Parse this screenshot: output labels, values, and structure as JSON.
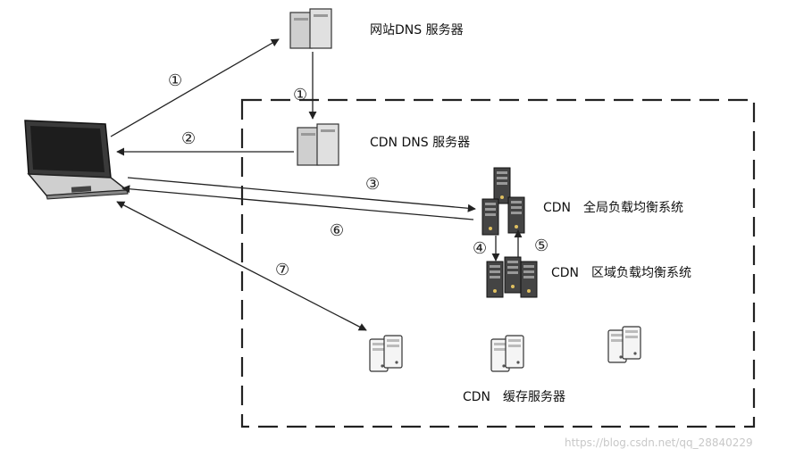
{
  "labels": {
    "site_dns": "网站DNS 服务器",
    "cdn_dns": "CDN DNS 服务器",
    "global_lb": "CDN　全局负载均衡系统",
    "regional_lb": "CDN　区域负载均衡系统",
    "cache": "CDN　缓存服务器"
  },
  "steps": {
    "s1a": "①",
    "s1b": "①",
    "s2": "②",
    "s3": "③",
    "s4": "④",
    "s5": "⑤",
    "s6": "⑥",
    "s7": "⑦"
  },
  "watermark": "https://blog.csdn.net/qq_28840229",
  "icons": {
    "client": "laptop-icon",
    "site_dns": "server-icon",
    "cdn_dns": "server-icon",
    "global_lb": "rack-server-icon",
    "regional_lb": "rack-server-icon",
    "cache": "server-icon"
  },
  "colors": {
    "stroke": "#222222",
    "server_fill": "#d9d9d9",
    "rack_fill": "#555555"
  }
}
